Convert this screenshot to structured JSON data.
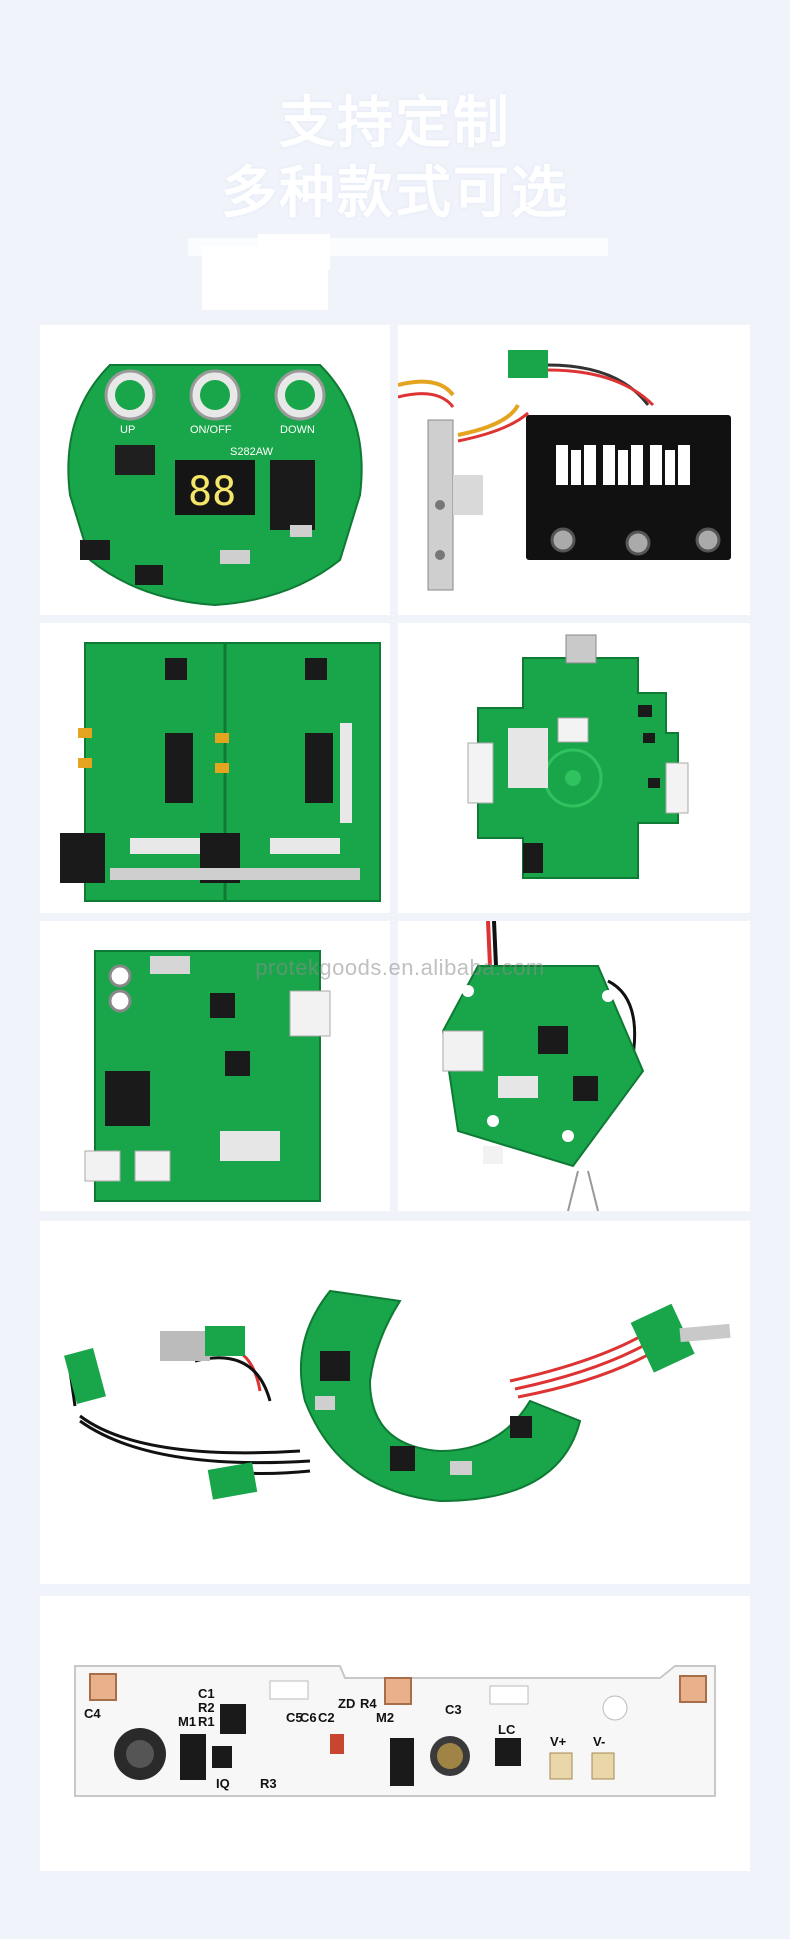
{
  "header": {
    "title_line1": "支持定制",
    "title_line2": "多种款式可选"
  },
  "watermark": "protekgoods.en.alibaba.com",
  "board1": {
    "labels": [
      "UP",
      "ON/OFF",
      "DOWN"
    ],
    "display": "88",
    "chip": "S282AW"
  },
  "board8": {
    "labels": [
      "C1",
      "R2",
      "R1",
      "C4",
      "M1",
      "C5",
      "C6",
      "C2",
      "ZD",
      "R4",
      "M2",
      "C3",
      "LC",
      "V+",
      "V-",
      "IQ",
      "R3"
    ]
  },
  "colors": {
    "background": "#f0f3fa",
    "pcb_green": "#19a64a",
    "pcb_black": "#111111",
    "aluminum": "#f7f7f7"
  }
}
